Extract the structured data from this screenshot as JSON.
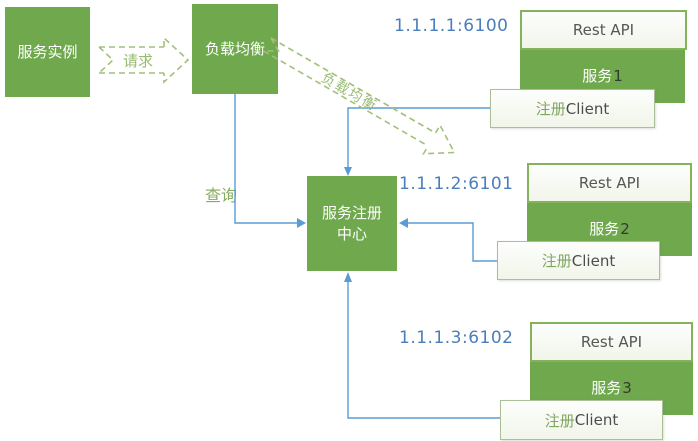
{
  "nodes": {
    "service_instance": "服务实例",
    "load_balancer": "负载均衡",
    "registry_line1": "服务注册",
    "registry_line2": "中心"
  },
  "labels": {
    "request": "请求",
    "load_balance": "负载均衡",
    "query": "查询"
  },
  "services": [
    {
      "ip": "1.1.1.1:6100",
      "api": "Rest API",
      "name": "服务",
      "num": "1",
      "client_cn": "注册",
      "client_en": "Client"
    },
    {
      "ip": "1.1.1.2:6101",
      "api": "Rest API",
      "name": "服务",
      "num": "2",
      "client_cn": "注册",
      "client_en": "Client"
    },
    {
      "ip": "1.1.1.3:6102",
      "api": "Rest API",
      "name": "服务",
      "num": "3",
      "client_cn": "注册",
      "client_en": "Client"
    }
  ],
  "colors": {
    "box_green": "#6fa84d",
    "line_blue": "#5b9bd5",
    "ip_blue": "#4a7ebb",
    "dash_green": "#a3c07c",
    "label_green": "#97bb72"
  }
}
